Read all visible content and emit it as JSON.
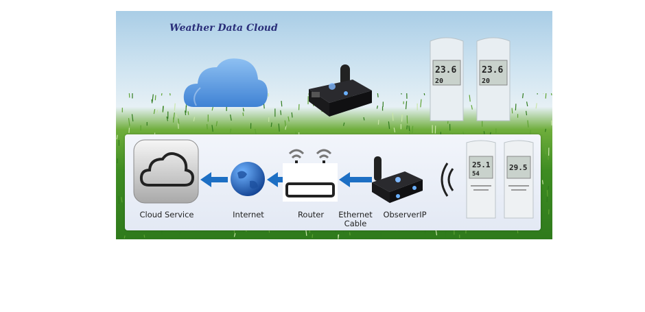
{
  "title": "Weather Data Cloud",
  "nodes": {
    "cloud_service": "Cloud Service",
    "internet": "Internet",
    "router": "Router",
    "ethernet_line1": "Ethernet",
    "ethernet_line2": "Cable",
    "observerip": "ObserverIP"
  },
  "sensor_readings": {
    "top_left_temp": "23.6",
    "top_left_hum": "20",
    "top_right_temp": "23.6",
    "top_right_hum": "20",
    "panel_left_temp": "25.1",
    "panel_left_hum": "54",
    "panel_right_temp": "29.5"
  },
  "colors": {
    "arrow": "#1d6fc4",
    "title": "#2a2f7a",
    "cloud": "#5a9be0"
  },
  "icons": [
    "cloud-icon",
    "globe-icon",
    "router-icon",
    "observerip-device-icon",
    "wireless-signal-icon",
    "sensor-icon"
  ]
}
